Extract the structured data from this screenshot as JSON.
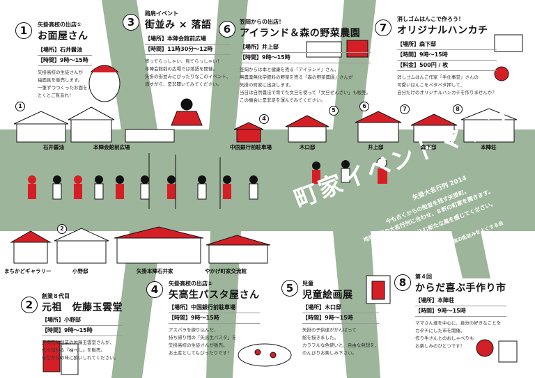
{
  "main": {
    "subtitle": "矢掛大名行列 2014",
    "title": "町家イベントマップ",
    "lead1": "今も古くからの街並を残す矢掛町。",
    "lead2": "地域恒例の大名行列に合わせ、８軒の町家を開きます。",
    "lead3": "矢掛のまちに吹き込む新たな風を感じてください。",
    "organizer": "【主催】 錦中矢掛宿の街並みをよくする会"
  },
  "events": [
    {
      "num": "1",
      "sup": "矢掛高校の出店①",
      "title": "お面屋さん",
      "place": "【場所】石井醤油",
      "time": "【時間】9時～15時",
      "desc": [
        "矢掛高校の生徒さんが",
        "福面具を販売します。",
        "一筆ずつつくったお面を、",
        "とくとご覧あれ！"
      ]
    },
    {
      "num": "3",
      "sup": "路肩イベント",
      "title": "街並み × 落語",
      "place": "【場所】本陣会館前広場",
      "time": "【時間】11時30分～12時",
      "desc": [
        "寄ってらっしゃい、見てらっしゃい！",
        "本陣会館前の広場では落語を開催。",
        "矢掛の街並みにぴったりなこのイベント、",
        "道すがら、是非聞いてみてください。"
      ]
    },
    {
      "num": "6",
      "sup": "笠岡からの出店！",
      "title": "アイランド＆森の野菜農園",
      "place": "【場所】井上邸",
      "time": "【時間】9時～15時",
      "desc": [
        "笠岡からは本と健康を売る『アイランド』さん、",
        "無農薬無化学肥料の野菜を売る『森の野菜農園』さんが",
        "矢掛の町家に出店します。",
        "当日は自然農法で育てた文旦を使って「文旦ぜんざい」も販売。",
        "この機会に是非足を運んでみてください。"
      ]
    },
    {
      "num": "7",
      "sup": "消しゴムはんこで作ろう！",
      "title": "オリジナルハンカチ",
      "place": "【場所】森下邸",
      "time": "【時間】9時～15時",
      "fee": "【料金】500円 / 枚",
      "desc": [
        "消しゴムはんこ作家「手仕事堂」さんの",
        "可愛いはんこをペタペタ押して、",
        "自分だけのオリジナルハンカチを作りませんか？"
      ]
    },
    {
      "num": "2",
      "sup": "創業８代目",
      "title": "元祖　佐藤玉雲堂",
      "place": "【場所】小野邸",
      "time": "【時間】9時～15時",
      "desc": [
        "天保元年創業の佐藤玉雲堂さんが、",
        "代々伝わる『柚べし』を販売。",
        "昔ながらの味に酔いしれてください。"
      ]
    },
    {
      "num": "4",
      "sup": "矢掛高校の出店②",
      "title": "矢高生パスタ屋さん",
      "place": "【場所】中国銀行前駐車場",
      "time": "【時間】9時～15時",
      "desc": [
        "アスパラを練り込んだ、",
        "持ち帰り用の「矢高生パスタ」を",
        "矢掛高校の生徒さんが販売。",
        "お土産としてもぴったりです！"
      ]
    },
    {
      "num": "5",
      "sup": "児童",
      "title": "児童絵画展",
      "place": "【場所】木口邸",
      "time": "【時間】9時～15時",
      "desc": [
        "矢掛の子供達ががんばって",
        "絵を描きました。",
        "カラフルな色使いと、自由な発想を、",
        "のんびりお楽しみ下さい。"
      ]
    },
    {
      "num": "8",
      "sup": "第４回",
      "title": "からだ喜ぶ手作り市",
      "place": "【場所】本陣荘",
      "time": "【時間】9時～15時",
      "desc": [
        "ママさん達を中心に、自分の好きなことを",
        "カタチにした市を開催。",
        "作り手さんとのおしゃべりも",
        "お楽しみのひとつです！"
      ]
    }
  ],
  "houses_top": [
    {
      "name": "石井醤油",
      "num": "1"
    },
    {
      "name": "本陣会館前広場",
      "num": ""
    },
    {
      "name": "中国銀行前駐車場",
      "num": "4"
    },
    {
      "name": "木口邸",
      "num": "5"
    },
    {
      "name": "井上邸",
      "num": "6"
    },
    {
      "name": "森下邸",
      "num": "7"
    },
    {
      "name": "本陣荘",
      "num": "8"
    }
  ],
  "houses_bottom": [
    {
      "name": "まちかどギャラリー"
    },
    {
      "name": "小野邸",
      "num": "2"
    },
    {
      "name": "矢掛本陣石井家"
    },
    {
      "name": "やかげ町家交流館"
    }
  ],
  "colors": {
    "green": "#9db59a",
    "red": "#d51f26",
    "ink": "#111111"
  }
}
